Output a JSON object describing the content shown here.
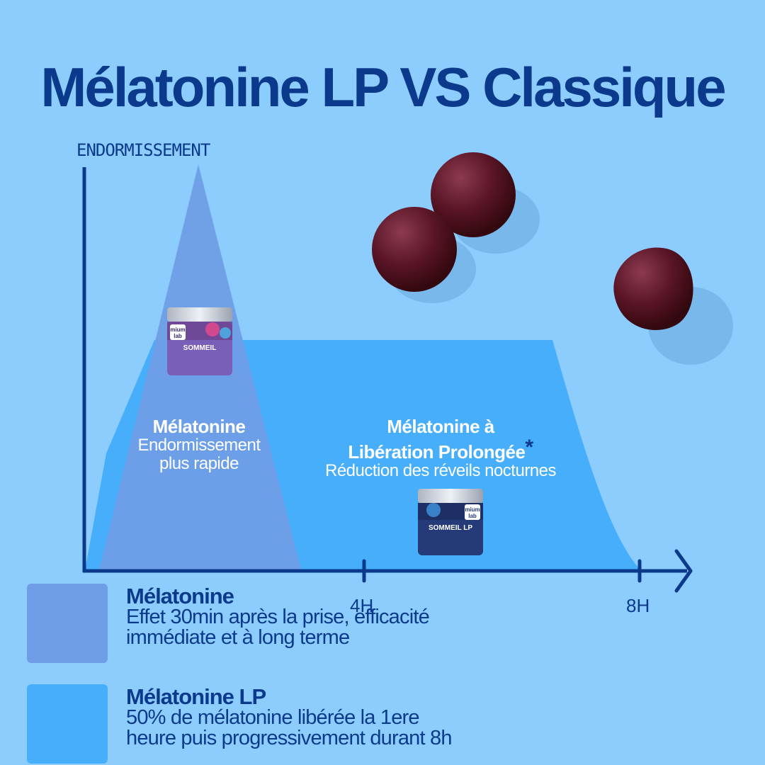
{
  "title": "Mélatonine LP VS Classique",
  "chart_data": {
    "type": "area",
    "ylabel": "ENDORMISSEMENT",
    "xlabel": "",
    "x_ticks": [
      "4H",
      "8H"
    ],
    "series": [
      {
        "name": "Mélatonine",
        "color": "#6f9ee6"
      },
      {
        "name": "Mélatonine LP",
        "color": "#46aefb"
      }
    ],
    "annotations": {
      "classic": {
        "title": "Mélatonine",
        "lines": [
          "Endormissement",
          "plus rapide"
        ]
      },
      "lp": {
        "title_lines": [
          "Mélatonine à",
          "Libération Prolongée"
        ],
        "asterisk": "*",
        "desc": "Réduction des réveils nocturnes"
      }
    }
  },
  "legend": [
    {
      "title": "Mélatonine",
      "lines": [
        "Effet 30min après la prise, efficacité",
        "immédiate et à long terme"
      ],
      "color": "#6f9ee6"
    },
    {
      "title": "Mélatonine LP",
      "lines": [
        "50% de mélatonine libérée la 1ere",
        "heure puis progressivement durant 8h"
      ],
      "color": "#46aefb"
    }
  ],
  "products": {
    "classic_jar": {
      "brand_line1": "mium",
      "brand_line2": "lab",
      "name": "SOMMEIL"
    },
    "lp_jar": {
      "brand_line1": "mium",
      "brand_line2": "lab",
      "name": "SOMMEIL LP"
    }
  },
  "colors": {
    "background": "#8ccdfd",
    "axis": "#0b3a8c",
    "gummy": "#5a1526"
  }
}
